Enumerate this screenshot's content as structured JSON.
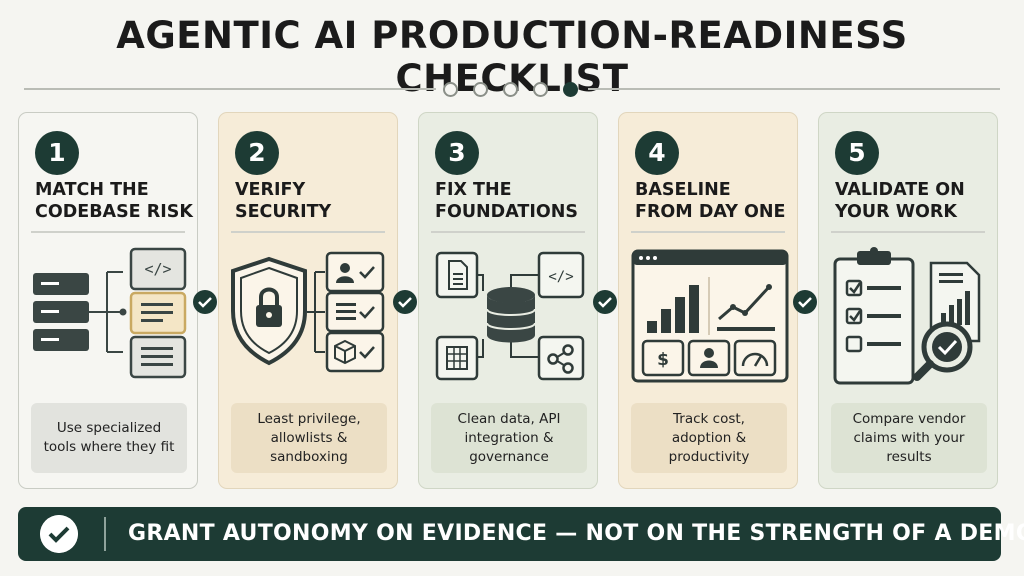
{
  "title": "AGENTIC AI PRODUCTION-READINESS CHECKLIST",
  "progress": {
    "total_steps": 5,
    "current_step": 5
  },
  "colors": {
    "primary": "#1d3b34",
    "cream": "#f6ecd8",
    "sage": "#e9ede3",
    "background": "#f5f5f1"
  },
  "steps": [
    {
      "number": "1",
      "heading": "MATCH THE\nCODEBASE RISK",
      "note": "Use specialized\ntools where they fit",
      "icons": [
        "server-stack-icon",
        "code-icon",
        "document-lines-icon",
        "document-lines-icon"
      ]
    },
    {
      "number": "2",
      "heading": "VERIFY\nSECURITY",
      "note": "Least privilege,\nallowlists &\nsandboxing",
      "icons": [
        "shield-lock-icon",
        "user-check-icon",
        "list-check-icon",
        "package-check-icon"
      ]
    },
    {
      "number": "3",
      "heading": "FIX THE\nFOUNDATIONS",
      "note": "Clean data, API\nintegration &\ngovernance",
      "icons": [
        "database-icon",
        "document-icon",
        "code-icon",
        "table-icon",
        "share-nodes-icon"
      ]
    },
    {
      "number": "4",
      "heading": "BASELINE\nFROM DAY ONE",
      "note": "Track cost,\nadoption &\nproductivity",
      "icons": [
        "dashboard-window-icon",
        "bar-chart-icon",
        "trend-line-icon",
        "dollar-icon",
        "user-icon",
        "gauge-icon"
      ]
    },
    {
      "number": "5",
      "heading": "VALIDATE ON\nYOUR WORK",
      "note": "Compare vendor\nclaims with your\nresults",
      "icons": [
        "clipboard-checklist-icon",
        "report-chart-icon",
        "magnifier-check-icon"
      ]
    }
  ],
  "banner": {
    "text": "GRANT AUTONOMY ON EVIDENCE — NOT ON THE STRENGTH OF A DEMO",
    "icon": "check-circle-icon"
  }
}
